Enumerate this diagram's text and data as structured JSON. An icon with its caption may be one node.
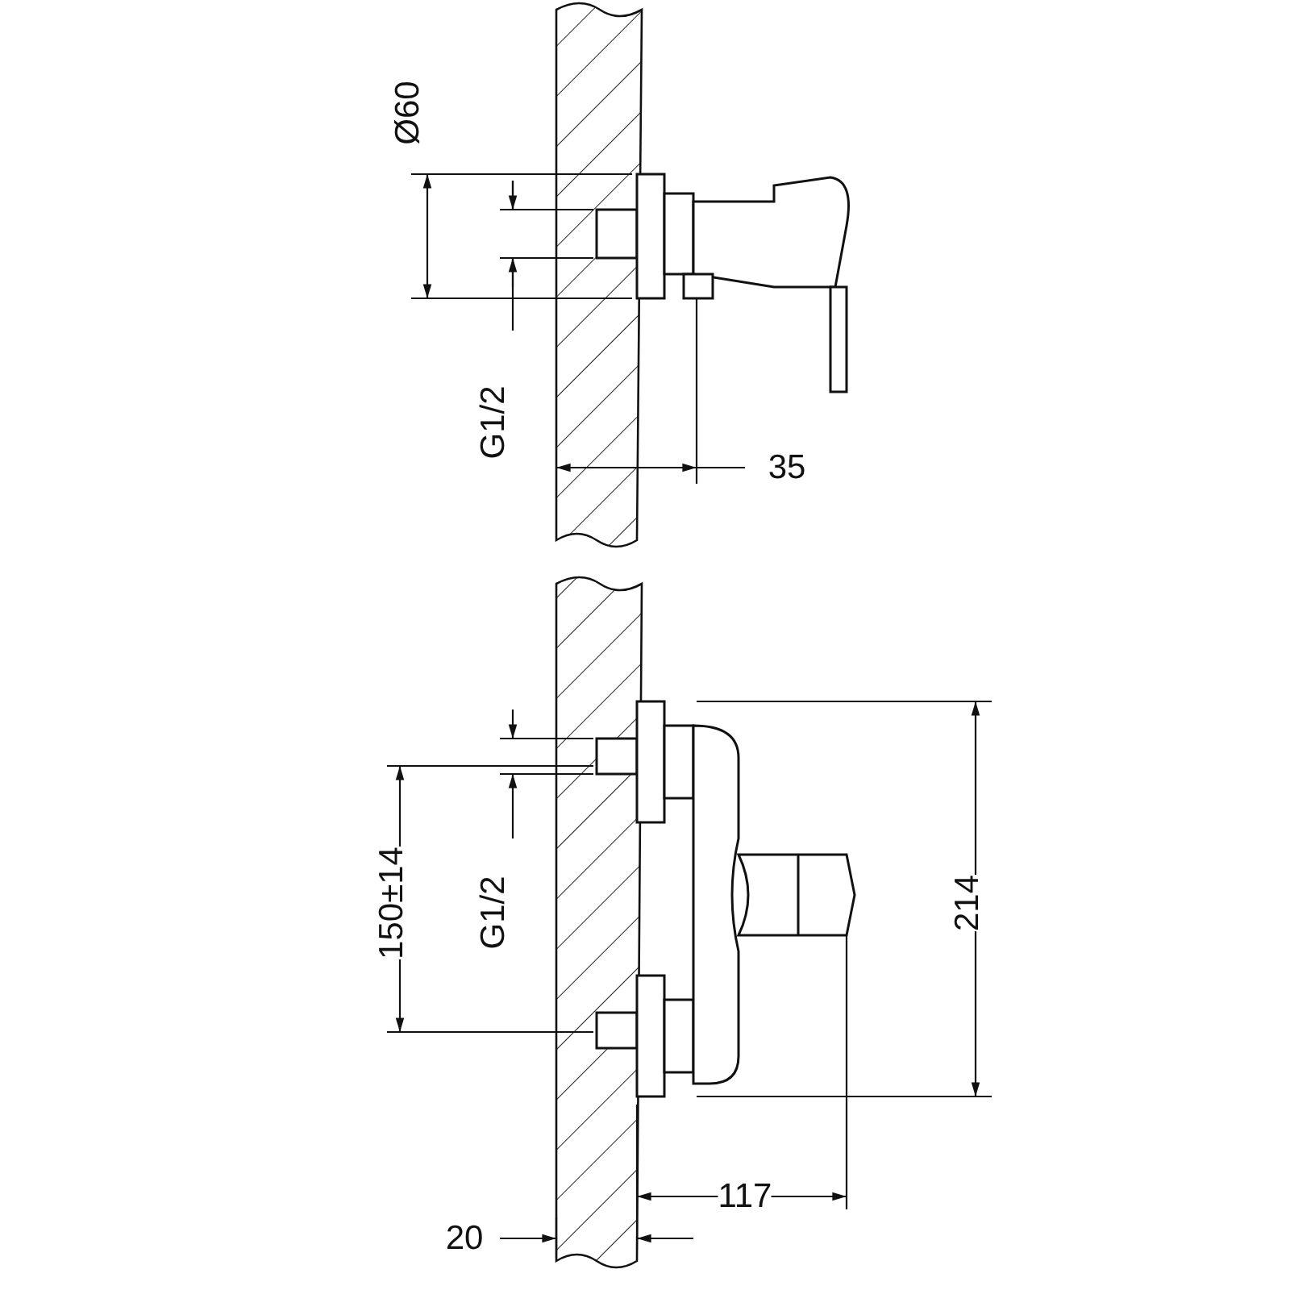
{
  "diagram": {
    "labels": [
      "Ø60",
      "G1/2",
      "35",
      "150±14",
      "G1/2",
      "214",
      "117",
      "20"
    ]
  }
}
